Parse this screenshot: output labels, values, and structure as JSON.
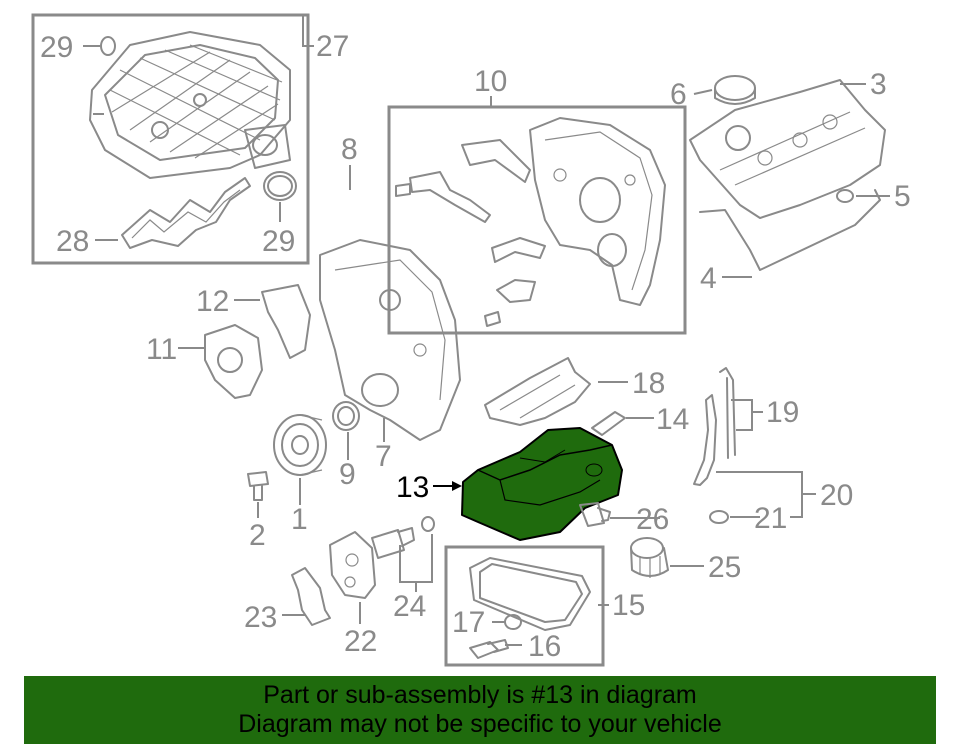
{
  "diagram": {
    "labels": [
      "29",
      "27",
      "28",
      "29",
      "10",
      "8",
      "6",
      "3",
      "5",
      "4",
      "12",
      "11",
      "18",
      "14",
      "19",
      "13",
      "20",
      "9",
      "7",
      "2",
      "1",
      "21",
      "26",
      "25",
      "24",
      "15",
      "23",
      "22",
      "17",
      "16"
    ],
    "highlight_label": "13",
    "colors": {
      "line": "#8a8a8a",
      "highlight_fill": "#1f6b0d",
      "highlight_stroke": "#000000"
    }
  },
  "banner": {
    "line1": "Part or sub-assembly is #13 in diagram",
    "line2": "Diagram may not be specific to your vehicle",
    "background": "#1f6b0d"
  }
}
